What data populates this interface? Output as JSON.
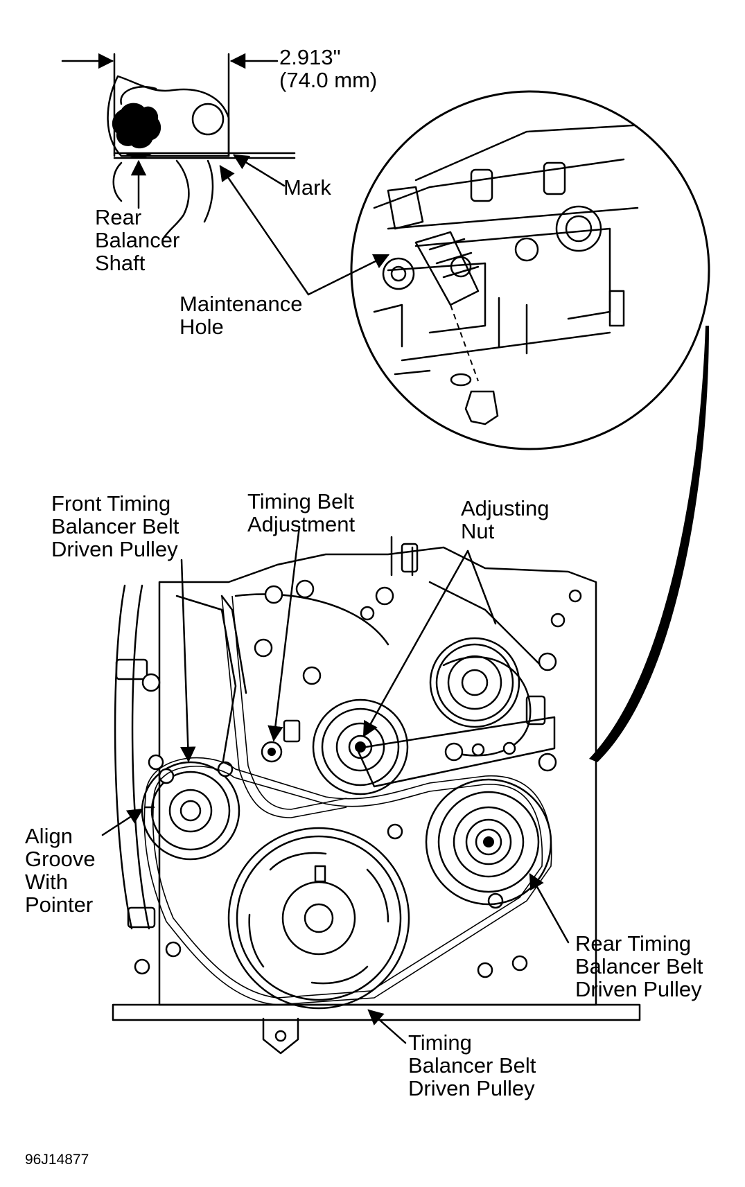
{
  "dimension": {
    "line1": "2.913\"",
    "line2": "(74.0 mm)"
  },
  "labels": {
    "mark": "Mark",
    "rear_balancer_shaft": [
      "Rear",
      "Balancer",
      "Shaft"
    ],
    "maintenance_hole": [
      "Maintenance",
      "Hole"
    ],
    "front_timing_balancer_belt_driven_pulley": [
      "Front Timing",
      "Balancer Belt",
      "Driven Pulley"
    ],
    "timing_belt_adjustment": [
      "Timing Belt",
      "Adjustment"
    ],
    "adjusting_nut": [
      "Adjusting",
      "Nut"
    ],
    "align_groove_with_pointer": [
      "Align",
      "Groove",
      "With",
      "Pointer"
    ],
    "rear_timing_balancer_belt_driven_pulley": [
      "Rear Timing",
      "Balancer Belt",
      "Driven Pulley"
    ],
    "timing_balancer_belt_driven_pulley": [
      "Timing",
      "Balancer Belt",
      "Driven Pulley"
    ]
  },
  "figure_id": "96J14877"
}
